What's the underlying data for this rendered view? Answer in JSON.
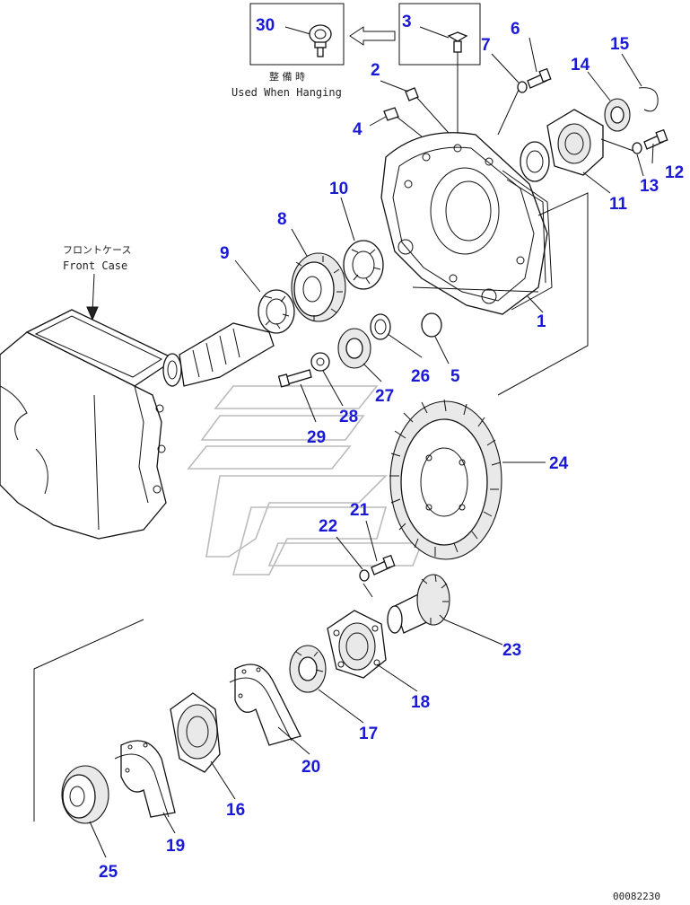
{
  "inset": {
    "part_number": "30",
    "caption_jp": "整 備 時",
    "caption_en": "Used When Hanging",
    "source_part": "3"
  },
  "labels": {
    "front_case_jp": "フロントケース",
    "front_case_en": "Front Case"
  },
  "part_numbers": {
    "p1": "1",
    "p2": "2",
    "p4": "4",
    "p5": "5",
    "p6": "6",
    "p7": "7",
    "p8": "8",
    "p9": "9",
    "p10": "10",
    "p11": "11",
    "p12": "12",
    "p13": "13",
    "p14": "14",
    "p15": "15",
    "p16": "16",
    "p17": "17",
    "p18": "18",
    "p19": "19",
    "p20": "20",
    "p21": "21",
    "p22": "22",
    "p23": "23",
    "p24": "24",
    "p25": "25",
    "p26": "26",
    "p27": "27",
    "p28": "28",
    "p29": "29"
  },
  "drawing_code": "00082230",
  "colors": {
    "callout": "#1a1ad6",
    "line": "#111111"
  }
}
